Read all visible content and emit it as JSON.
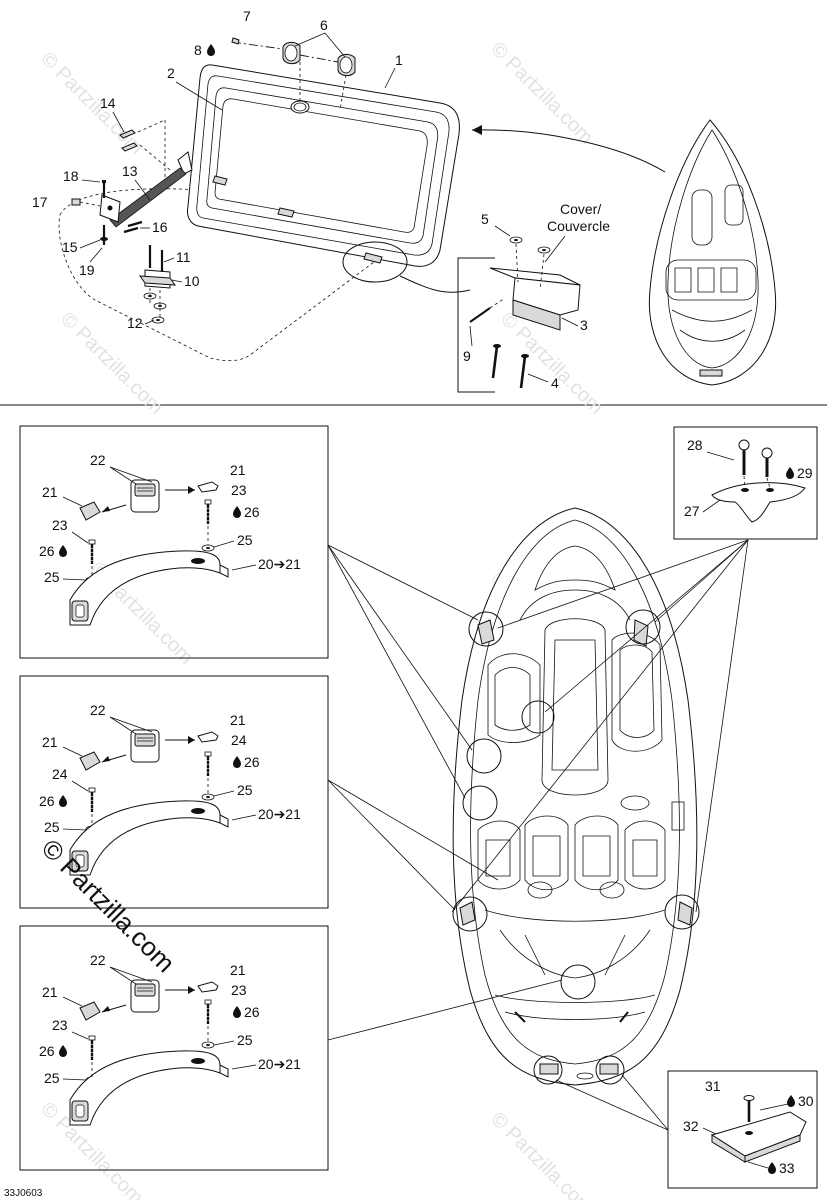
{
  "watermark": "© Partzilla.com",
  "figure_code": "33J0603",
  "top_section": {
    "labels": {
      "p1": "1",
      "p2": "2",
      "p3": "3",
      "p4": "4",
      "p5": "5",
      "p6": "6",
      "p7": "7",
      "p8": "8",
      "p9": "9",
      "p10": "10",
      "p11": "11",
      "p12": "12",
      "p13": "13",
      "p14": "14",
      "p15": "15",
      "p16": "16",
      "p17": "17",
      "p18": "18",
      "p19": "19"
    },
    "cover_label_1": "Cover/",
    "cover_label_2": "Couvercle"
  },
  "bumper_panels": [
    {
      "labels": [
        "22",
        "21",
        "23",
        "21",
        "23",
        "26",
        "25",
        "26",
        "25",
        "20➔21"
      ]
    },
    {
      "labels": [
        "22",
        "21",
        "24",
        "21",
        "24",
        "26",
        "25",
        "26",
        "25",
        "20➔21"
      ]
    },
    {
      "labels": [
        "22",
        "21",
        "23",
        "21",
        "23",
        "26",
        "25",
        "26",
        "25",
        "20➔21"
      ]
    }
  ],
  "cleat_panel": {
    "labels": {
      "p27": "27",
      "p28": "28",
      "p29": "29"
    }
  },
  "pad_panel": {
    "labels": {
      "p30": "30",
      "p31": "31",
      "p32": "32",
      "p33": "33"
    }
  },
  "icons": {
    "drop": "loctite-drop-icon",
    "arrow": "arrow-right-icon"
  }
}
